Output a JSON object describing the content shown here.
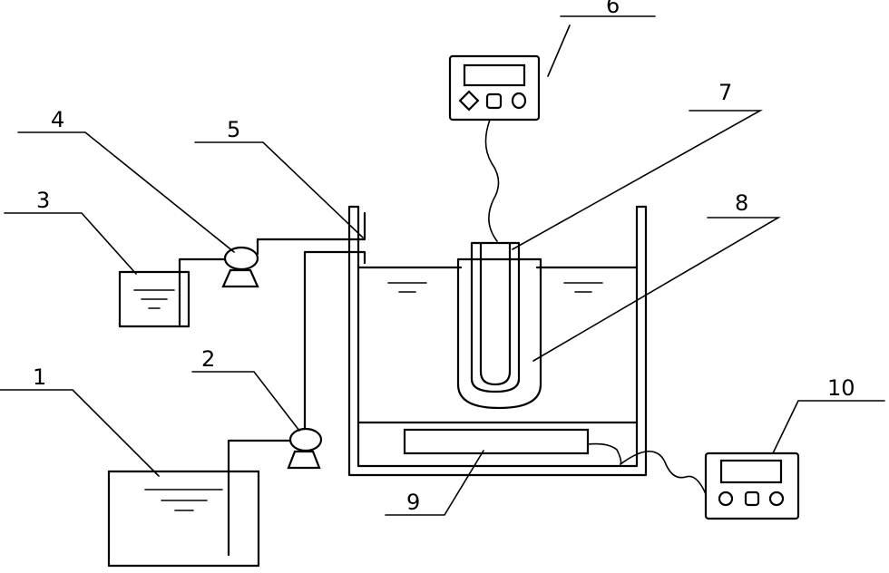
{
  "labels": {
    "tank_1": "1",
    "pump_2": "2",
    "tank_3": "3",
    "pump_4": "4",
    "pipe_5": "5",
    "controller_6": "6",
    "electrode_7": "7",
    "vessel_8": "8",
    "heater_9": "9",
    "controller_10": "10"
  }
}
